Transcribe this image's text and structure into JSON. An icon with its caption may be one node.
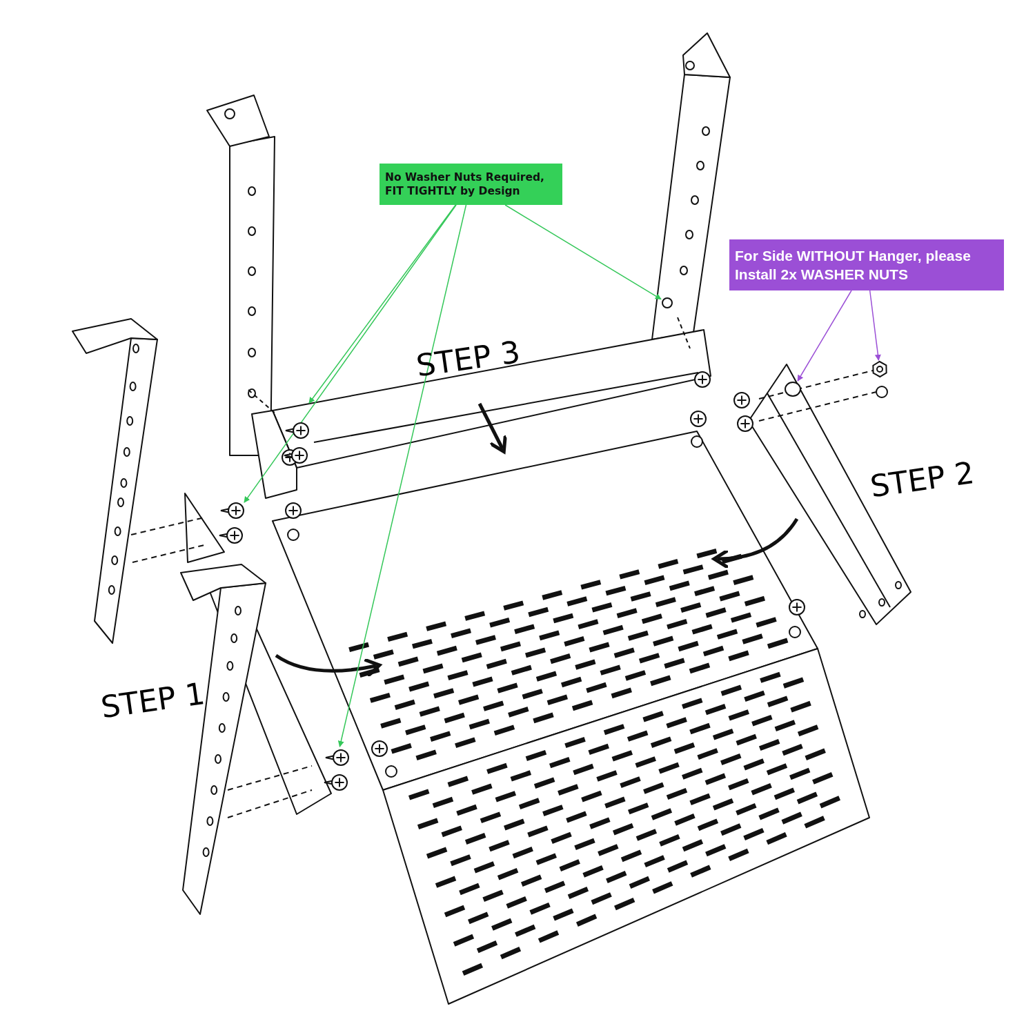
{
  "diagram": {
    "nodes": [
      {
        "text": [
          "No Washer Nuts Required, FIT TIGHTLY by Design"
        ]
      },
      {
        "text": [
          "For Side WITHOUT Hanger, please Install 2x WASHER NUTS"
        ]
      },
      {
        "text": [],
        "shape": "picture"
      },
      {
        "text": [],
        "shape": "picture"
      },
      {
        "text": [],
        "shape": "picture"
      },
      {
        "text": [],
        "shape": "circle"
      },
      {
        "text": [],
        "shape": "circle"
      },
      {
        "text": [],
        "shape": "picture"
      }
    ],
    "edges": [
      {
        "from": 0,
        "to": 2,
        "arrow": "to"
      },
      {
        "from": 0,
        "to": 3,
        "arrow": "to"
      },
      {
        "from": 0,
        "to": 4,
        "arrow": "to"
      },
      {
        "from": 0,
        "to": 5,
        "arrow": "to"
      },
      {
        "from": 1,
        "to": 6,
        "arrow": "to",
        "color": "#9b4fd6"
      },
      {
        "from": 1,
        "to": 7,
        "arrow": "to",
        "color": "#9b4fd6"
      }
    ],
    "labels": [
      "STEP 3",
      "STEP 2",
      "STEP 1"
    ]
  }
}
